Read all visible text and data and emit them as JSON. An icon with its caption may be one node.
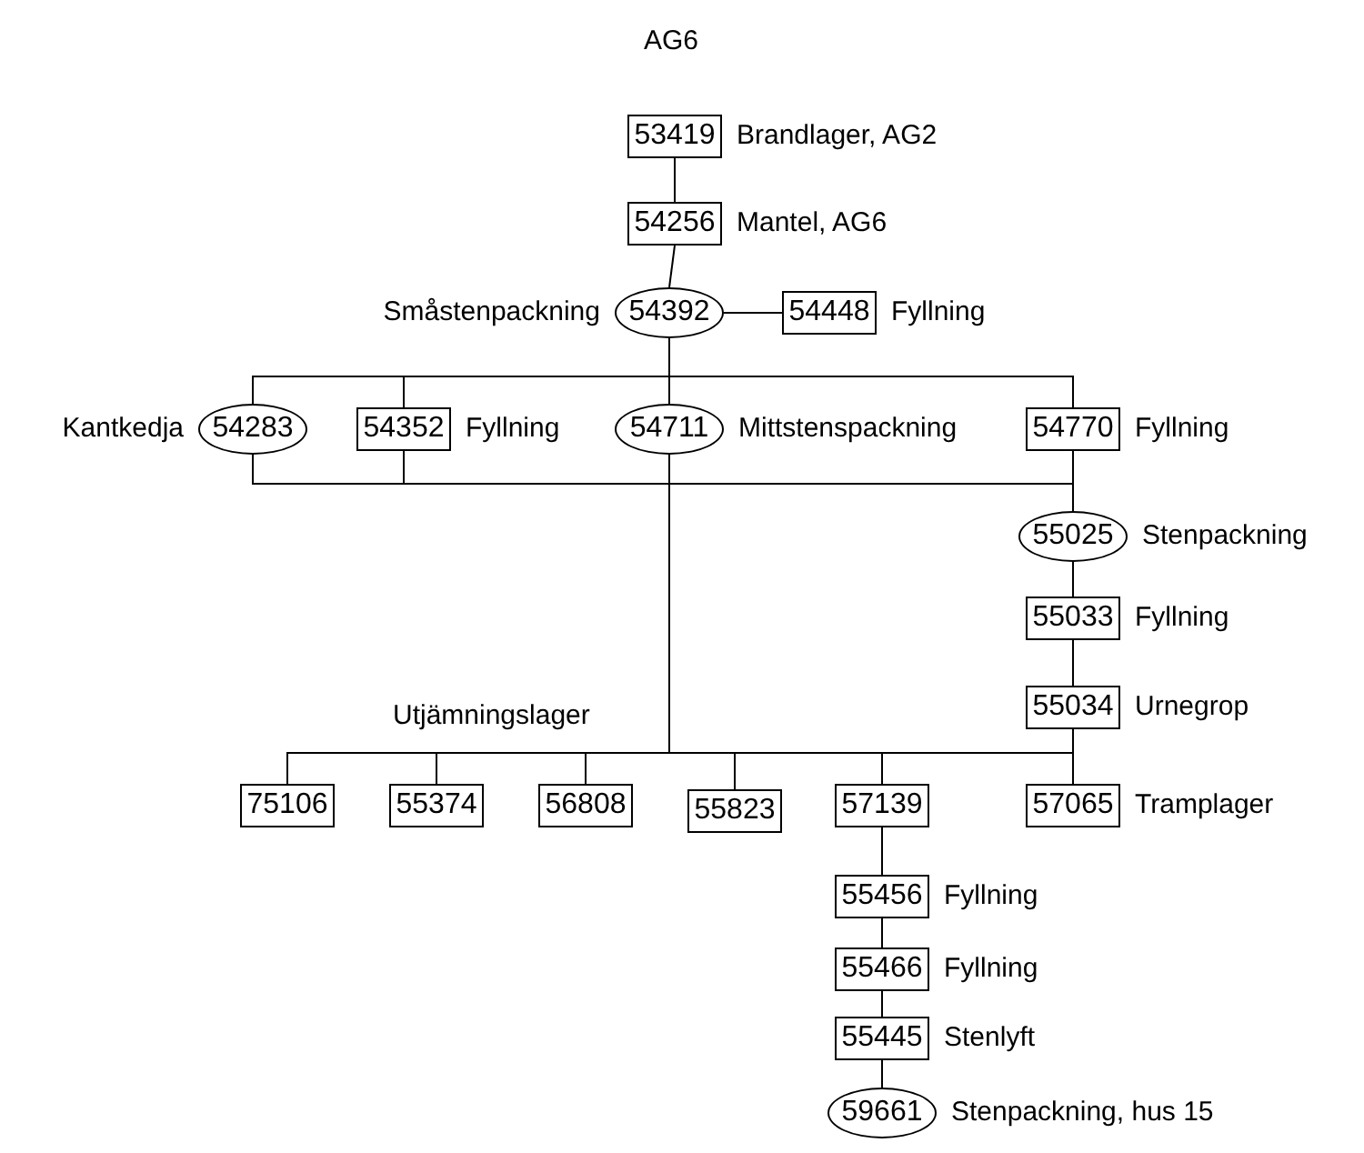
{
  "diagram": {
    "title": "AG6",
    "nodes": [
      {
        "text": [
          "53419"
        ],
        "beside": [
          "Brandlager, AG2"
        ]
      },
      {
        "text": [
          "54256"
        ],
        "beside": [
          "Mantel, AG6"
        ]
      },
      {
        "text": [
          "54392"
        ],
        "beside": [
          "Småstenpackning"
        ]
      },
      {
        "text": [
          "54448"
        ],
        "beside": [
          "Fyllning"
        ]
      },
      {
        "text": [
          "54283"
        ],
        "beside": [
          "Kantkedja"
        ]
      },
      {
        "text": [
          "54352"
        ],
        "beside": [
          "Fyllning"
        ]
      },
      {
        "text": [
          "54711"
        ],
        "beside": [
          "Mittstenspackning"
        ]
      },
      {
        "text": [
          "54770"
        ],
        "beside": [
          "Fyllning"
        ]
      },
      {
        "text": [
          "55025"
        ],
        "beside": [
          "Stenpackning"
        ]
      },
      {
        "text": [
          "55033"
        ],
        "beside": [
          "Fyllning"
        ]
      },
      {
        "text": [
          "55034"
        ],
        "beside": [
          "Urnegrop"
        ]
      },
      {
        "text": [
          "75106"
        ]
      },
      {
        "text": [
          "55374"
        ]
      },
      {
        "text": [
          "56808"
        ]
      },
      {
        "text": [
          "55823"
        ]
      },
      {
        "text": [
          "57139"
        ]
      },
      {
        "text": [
          "57065"
        ],
        "beside": [
          "Tramplager"
        ]
      },
      {
        "text": [
          "55456"
        ],
        "beside": [
          "Fyllning"
        ]
      },
      {
        "text": [
          "55466"
        ],
        "beside": [
          "Fyllning"
        ]
      },
      {
        "text": [
          "55445"
        ],
        "beside": [
          "Stenlyft"
        ]
      },
      {
        "text": [
          "59661"
        ],
        "beside": [
          "Stenpackning, hus 15"
        ]
      }
    ],
    "edges": [
      {
        "from": 0,
        "to": 1,
        "arrow": "none"
      },
      {
        "from": 1,
        "to": 2,
        "arrow": "none"
      },
      {
        "from": 2,
        "to": 3,
        "arrow": "none"
      },
      {
        "from": 2,
        "to": 4,
        "arrow": "none"
      },
      {
        "from": 2,
        "to": 5,
        "arrow": "none"
      },
      {
        "from": 2,
        "to": 6,
        "arrow": "none"
      },
      {
        "from": 2,
        "to": 7,
        "arrow": "none"
      },
      {
        "from": 4,
        "to": 8,
        "arrow": "none"
      },
      {
        "from": 5,
        "to": 8,
        "arrow": "none"
      },
      {
        "from": 6,
        "to": 8,
        "arrow": "none"
      },
      {
        "from": 7,
        "to": 8,
        "arrow": "none"
      },
      {
        "from": 8,
        "to": 9,
        "arrow": "none"
      },
      {
        "from": 9,
        "to": 10,
        "arrow": "none"
      },
      {
        "from": 6,
        "to": 11,
        "arrow": "none"
      },
      {
        "from": 6,
        "to": 12,
        "arrow": "none"
      },
      {
        "from": 6,
        "to": 13,
        "arrow": "none"
      },
      {
        "from": 6,
        "to": 14,
        "arrow": "none"
      },
      {
        "from": 6,
        "to": 15,
        "arrow": "none"
      },
      {
        "from": 6,
        "to": 16,
        "arrow": "none"
      },
      {
        "from": 10,
        "to": 11,
        "arrow": "none"
      },
      {
        "from": 10,
        "to": 12,
        "arrow": "none"
      },
      {
        "from": 10,
        "to": 13,
        "arrow": "none"
      },
      {
        "from": 10,
        "to": 14,
        "arrow": "none"
      },
      {
        "from": 10,
        "to": 15,
        "arrow": "none"
      },
      {
        "from": 10,
        "to": 16,
        "arrow": "none"
      },
      {
        "from": 15,
        "to": 17,
        "arrow": "none"
      },
      {
        "from": 17,
        "to": 18,
        "arrow": "none"
      },
      {
        "from": 18,
        "to": 19,
        "arrow": "none"
      },
      {
        "from": 19,
        "to": 20,
        "arrow": "none"
      }
    ],
    "labels": [
      "Utjämningslager"
    ]
  }
}
